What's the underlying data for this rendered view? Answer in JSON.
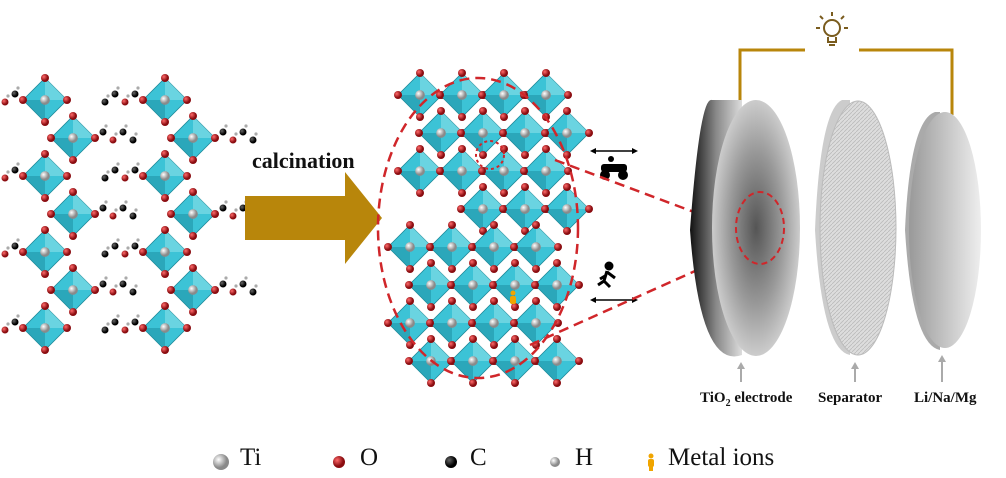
{
  "process_label": "calcination",
  "battery_labels": {
    "electrode_prefix": "TiO",
    "electrode_sub": "2",
    "electrode_suffix": " electrode",
    "separator": "Separator",
    "counter": "Li/Na/Mg"
  },
  "legend": [
    {
      "symbol": "gray-sphere",
      "label": "Ti",
      "color": "#b8b8b8"
    },
    {
      "symbol": "red-sphere",
      "label": "O",
      "color": "#c0141c"
    },
    {
      "symbol": "black-sphere",
      "label": "C",
      "color": "#111111"
    },
    {
      "symbol": "small-gray-sphere",
      "label": "H",
      "color": "#9a9a9a"
    },
    {
      "symbol": "person-icon",
      "label": "Metal ions",
      "color": "#f0a500"
    }
  ],
  "colors": {
    "octahedron": "#3cc3d6",
    "arrow": "#b8860b",
    "dash": "#d0262a",
    "wire": "#b8860b"
  }
}
